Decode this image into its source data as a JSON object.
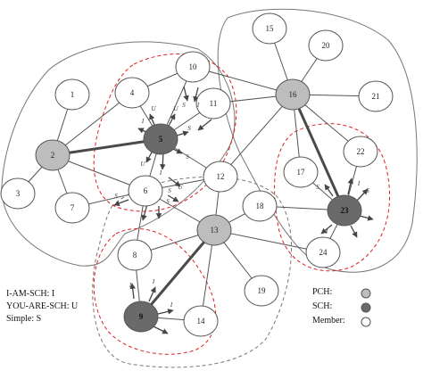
{
  "legend_left": {
    "i_am_sch": "I-AM-SCH: I",
    "you_are_sch": "YOU-ARE-SCH: U",
    "simple": "Simple: S"
  },
  "legend_right": {
    "pch": "PCH:",
    "sch": "SCH:",
    "member": "Member:"
  },
  "colors": {
    "pch": "#bdbdbd",
    "sch": "#6a6a6a",
    "member": "#ffffff",
    "cluster_boundary": "#777777",
    "sch_region": "#e02020",
    "link": "#555555"
  },
  "nodes": [
    {
      "id": "1",
      "label": "1",
      "role": "member"
    },
    {
      "id": "2",
      "label": "2",
      "role": "pch"
    },
    {
      "id": "3",
      "label": "3",
      "role": "member"
    },
    {
      "id": "4",
      "label": "4",
      "role": "member"
    },
    {
      "id": "5",
      "label": "5",
      "role": "sch"
    },
    {
      "id": "6",
      "label": "6",
      "role": "member"
    },
    {
      "id": "7",
      "label": "7",
      "role": "member"
    },
    {
      "id": "8",
      "label": "8",
      "role": "member"
    },
    {
      "id": "9",
      "label": "9",
      "role": "sch"
    },
    {
      "id": "10",
      "label": "10",
      "role": "member"
    },
    {
      "id": "11",
      "label": "11",
      "role": "member"
    },
    {
      "id": "12",
      "label": "12",
      "role": "member"
    },
    {
      "id": "13",
      "label": "13",
      "role": "pch"
    },
    {
      "id": "14",
      "label": "14",
      "role": "member"
    },
    {
      "id": "15",
      "label": "15",
      "role": "member"
    },
    {
      "id": "16",
      "label": "16",
      "role": "pch"
    },
    {
      "id": "17",
      "label": "17",
      "role": "member"
    },
    {
      "id": "18",
      "label": "18",
      "role": "member"
    },
    {
      "id": "19",
      "label": "19",
      "role": "member"
    },
    {
      "id": "20",
      "label": "20",
      "role": "member"
    },
    {
      "id": "21",
      "label": "21",
      "role": "member"
    },
    {
      "id": "22",
      "label": "22",
      "role": "member"
    },
    {
      "id": "23",
      "label": "23",
      "role": "sch"
    },
    {
      "id": "24",
      "label": "24",
      "role": "member"
    }
  ],
  "edges": [
    {
      "from": "1",
      "to": "2",
      "weight": "normal"
    },
    {
      "from": "2",
      "to": "3",
      "weight": "normal"
    },
    {
      "from": "2",
      "to": "7",
      "weight": "normal"
    },
    {
      "from": "2",
      "to": "4",
      "weight": "normal"
    },
    {
      "from": "2",
      "to": "5",
      "weight": "thick"
    },
    {
      "from": "2",
      "to": "6",
      "weight": "normal"
    },
    {
      "from": "4",
      "to": "10",
      "weight": "normal"
    },
    {
      "from": "4",
      "to": "5",
      "weight": "normal"
    },
    {
      "from": "10",
      "to": "5",
      "weight": "normal"
    },
    {
      "from": "10",
      "to": "16",
      "weight": "normal"
    },
    {
      "from": "11",
      "to": "5",
      "weight": "normal"
    },
    {
      "from": "5",
      "to": "6",
      "weight": "normal"
    },
    {
      "from": "5",
      "to": "12",
      "weight": "normal"
    },
    {
      "from": "6",
      "to": "7",
      "weight": "normal"
    },
    {
      "from": "6",
      "to": "12",
      "weight": "normal"
    },
    {
      "from": "6",
      "to": "13",
      "weight": "normal"
    },
    {
      "from": "6",
      "to": "8",
      "weight": "normal"
    },
    {
      "from": "12",
      "to": "16",
      "weight": "normal"
    },
    {
      "from": "12",
      "to": "13",
      "weight": "normal"
    },
    {
      "from": "16",
      "to": "15",
      "weight": "normal"
    },
    {
      "from": "16",
      "to": "20",
      "weight": "normal"
    },
    {
      "from": "16",
      "to": "21",
      "weight": "normal"
    },
    {
      "from": "16",
      "to": "11",
      "weight": "normal"
    },
    {
      "from": "16",
      "to": "17",
      "weight": "normal"
    },
    {
      "from": "16",
      "to": "22",
      "weight": "normal"
    },
    {
      "from": "16",
      "to": "23",
      "weight": "thick"
    },
    {
      "from": "23",
      "to": "17",
      "weight": "normal"
    },
    {
      "from": "23",
      "to": "18",
      "weight": "normal"
    },
    {
      "from": "23",
      "to": "22",
      "weight": "normal"
    },
    {
      "from": "23",
      "to": "24",
      "weight": "normal"
    },
    {
      "from": "13",
      "to": "18",
      "weight": "normal"
    },
    {
      "from": "13",
      "to": "8",
      "weight": "normal"
    },
    {
      "from": "13",
      "to": "9",
      "weight": "thick"
    },
    {
      "from": "13",
      "to": "14",
      "weight": "normal"
    },
    {
      "from": "13",
      "to": "19",
      "weight": "normal"
    },
    {
      "from": "13",
      "to": "24",
      "weight": "normal"
    },
    {
      "from": "8",
      "to": "9",
      "weight": "normal"
    },
    {
      "from": "9",
      "to": "14",
      "weight": "normal"
    }
  ],
  "message_labels": [
    {
      "text": "I"
    },
    {
      "text": "U"
    },
    {
      "text": "U"
    },
    {
      "text": "S"
    },
    {
      "text": "S"
    },
    {
      "text": "U"
    },
    {
      "text": "I"
    },
    {
      "text": "S"
    },
    {
      "text": "I"
    },
    {
      "text": "U"
    },
    {
      "text": "S"
    },
    {
      "text": "S"
    },
    {
      "text": "S"
    },
    {
      "text": "I"
    },
    {
      "text": "I"
    },
    {
      "text": "I"
    },
    {
      "text": "S"
    },
    {
      "text": "I"
    },
    {
      "text": "S"
    },
    {
      "text": "I"
    }
  ]
}
